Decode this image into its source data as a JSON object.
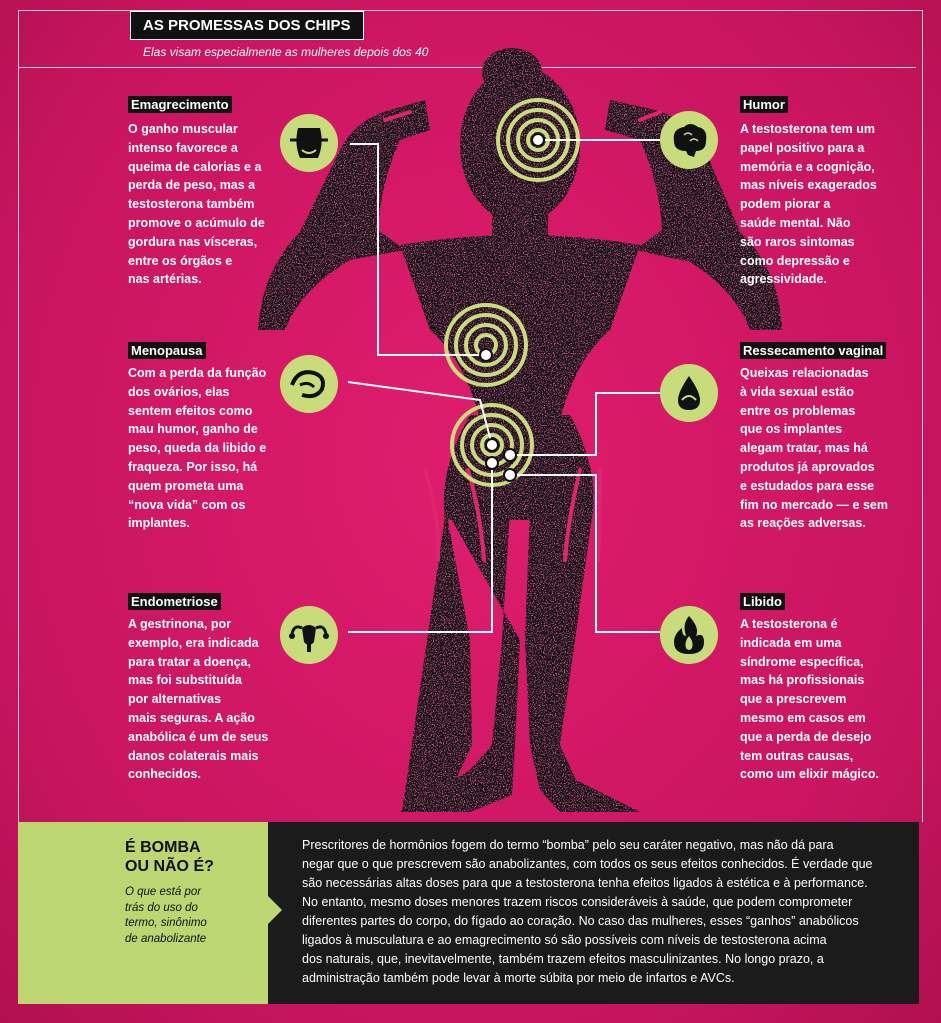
{
  "header": {
    "title": "AS PROMESSAS DOS CHIPS",
    "subtitle": "Elas visam especialmente as mulheres depois dos 40"
  },
  "sections": {
    "emagrecimento": {
      "label": "Emagrecimento",
      "lines": [
        "O ganho muscular",
        "intenso favorece a",
        "queima de calorias e a",
        "perda de peso, mas a",
        "testosterona também",
        "promove o acúmulo de",
        "gordura nas vísceras,",
        "entre os órgãos e",
        "nas artérias."
      ]
    },
    "menopausa": {
      "label": "Menopausa",
      "lines": [
        "Com a perda da função",
        "dos ovários, elas",
        "sentem efeitos como",
        "mau humor, ganho de",
        "peso, queda da libido e",
        "fraqueza. Por isso, há",
        "quem prometa uma",
        "“nova vida” com os",
        "implantes."
      ]
    },
    "endometriose": {
      "label": "Endometriose",
      "lines": [
        "A gestrinona, por",
        "exemplo, era indicada",
        "para tratar a doença,",
        "mas foi substituída",
        "por alternativas",
        "mais seguras. A ação",
        "anabólica é um de seus",
        "danos colaterais mais",
        "conhecidos."
      ]
    },
    "humor": {
      "label": "Humor",
      "lines": [
        "A testosterona tem um",
        "papel positivo para a",
        "memória e a cognição,",
        "mas níveis exagerados",
        "podem piorar a",
        "saúde mental. Não",
        "são raros sintomas",
        "como depressão e",
        "agressividade."
      ]
    },
    "ressecamento": {
      "label": "Ressecamento vaginal",
      "lines": [
        "Queixas relacionadas",
        "à vida sexual estão",
        "entre os problemas",
        "que os implantes",
        "alegam tratar, mas há",
        "produtos já aprovados",
        "e estudados para esse",
        "fim no mercado — e sem",
        "as reações adversas."
      ]
    },
    "libido": {
      "label": "Libido",
      "lines": [
        "A testosterona é",
        "indicada em uma",
        "síndrome específica,",
        "mas há profissionais",
        "que a prescrevem",
        "mesmo em casos em",
        "que a perda de desejo",
        "tem outras causas,",
        "como um elixir mágico."
      ]
    }
  },
  "icons": {
    "emagrecimento": "belly-icon",
    "menopausa": "uterus-tangle-icon",
    "endometriose": "uterus-icon",
    "humor": "brain-icon",
    "ressecamento": "drop-icon",
    "libido": "flame-icon"
  },
  "bottom": {
    "heading_line1": "É BOMBA",
    "heading_line2": "OU NÃO É?",
    "sub_lines": [
      "O que está por",
      "trás do uso do",
      "termo, sinônimo",
      "de anabolizante"
    ],
    "paragraph_lines": [
      "Prescritores de hormônios fogem do termo “bomba” pelo seu caráter negativo, mas não dá para",
      "negar que o que prescrevem são anabolizantes, com todos os seus efeitos conhecidos. É verdade que",
      "são necessárias altas doses para que a testosterona tenha efeitos ligados à estética e à performance.",
      "No entanto, mesmo doses menores trazem riscos consideráveis à saúde, que podem comprometer",
      "diferentes partes do corpo, do fígado ao coração. No caso das mulheres, esses “ganhos” anabólicos",
      "ligados à musculatura e ao emagrecimento só são possíveis com níveis de testosterona acima",
      "dos naturais, que, inevitavelmente, também trazem efeitos masculinizantes. No longo prazo, a",
      "administração também pode levar à morte súbita por meio de infartos e AVCs."
    ]
  },
  "colors": {
    "background": "#d01866",
    "accent_green": "#c8dc7c",
    "silhouette": "#111111",
    "text": "#ffffff"
  }
}
